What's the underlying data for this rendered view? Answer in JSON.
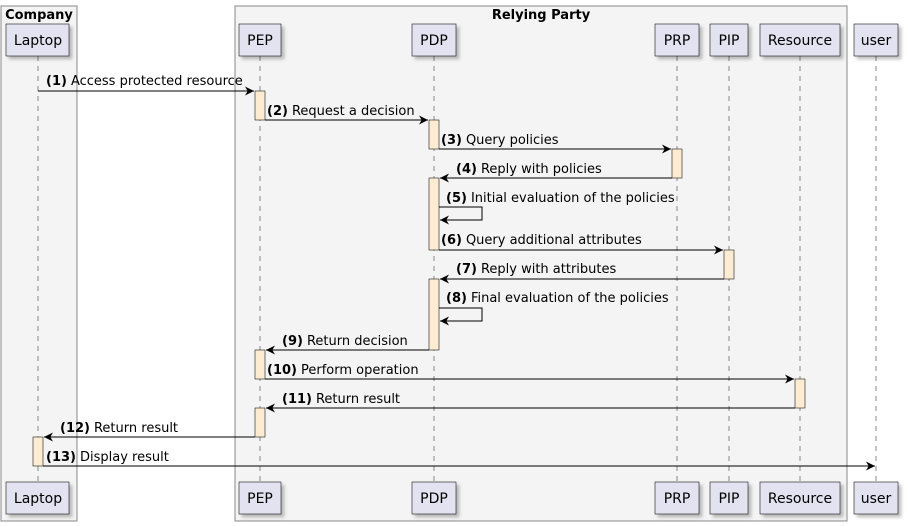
{
  "boxes": [
    {
      "title": "Company",
      "participants": [
        "laptop"
      ]
    },
    {
      "title": "Relying Party",
      "participants": [
        "pep",
        "pdp",
        "prp",
        "pip",
        "resource"
      ]
    }
  ],
  "participants": [
    {
      "id": "laptop",
      "label": "Laptop"
    },
    {
      "id": "pep",
      "label": "PEP"
    },
    {
      "id": "pdp",
      "label": "PDP"
    },
    {
      "id": "prp",
      "label": "PRP"
    },
    {
      "id": "pip",
      "label": "PIP"
    },
    {
      "id": "resource",
      "label": "Resource"
    },
    {
      "id": "user",
      "label": "user"
    }
  ],
  "messages": [
    {
      "num": "(1)",
      "text": "Access protected resource",
      "from": "laptop",
      "to": "pep"
    },
    {
      "num": "(2)",
      "text": "Request a decision",
      "from": "pep",
      "to": "pdp"
    },
    {
      "num": "(3)",
      "text": "Query policies",
      "from": "pdp",
      "to": "prp"
    },
    {
      "num": "(4)",
      "text": "Reply with policies",
      "from": "prp",
      "to": "pdp"
    },
    {
      "num": "(5)",
      "text": "Initial evaluation of the policies",
      "from": "pdp",
      "to": "pdp"
    },
    {
      "num": "(6)",
      "text": "Query additional attributes",
      "from": "pdp",
      "to": "pip"
    },
    {
      "num": "(7)",
      "text": "Reply with attributes",
      "from": "pip",
      "to": "pdp"
    },
    {
      "num": "(8)",
      "text": "Final evaluation of the policies",
      "from": "pdp",
      "to": "pdp"
    },
    {
      "num": "(9)",
      "text": "Return decision",
      "from": "pdp",
      "to": "pep"
    },
    {
      "num": "(10)",
      "text": "Perform operation",
      "from": "pep",
      "to": "resource"
    },
    {
      "num": "(11)",
      "text": "Return result",
      "from": "resource",
      "to": "pep"
    },
    {
      "num": "(12)",
      "text": "Return result",
      "from": "pep",
      "to": "laptop"
    },
    {
      "num": "(13)",
      "text": "Display result",
      "from": "laptop",
      "to": "user"
    }
  ],
  "colors": {
    "participant_fill": "#e2e2f0",
    "participant_stroke": "#181818",
    "box_fill": "#f4f4f4",
    "box_stroke": "#888888",
    "activation_fill": "#fdecd2",
    "line": "#000000",
    "lifeline": "#888888"
  }
}
